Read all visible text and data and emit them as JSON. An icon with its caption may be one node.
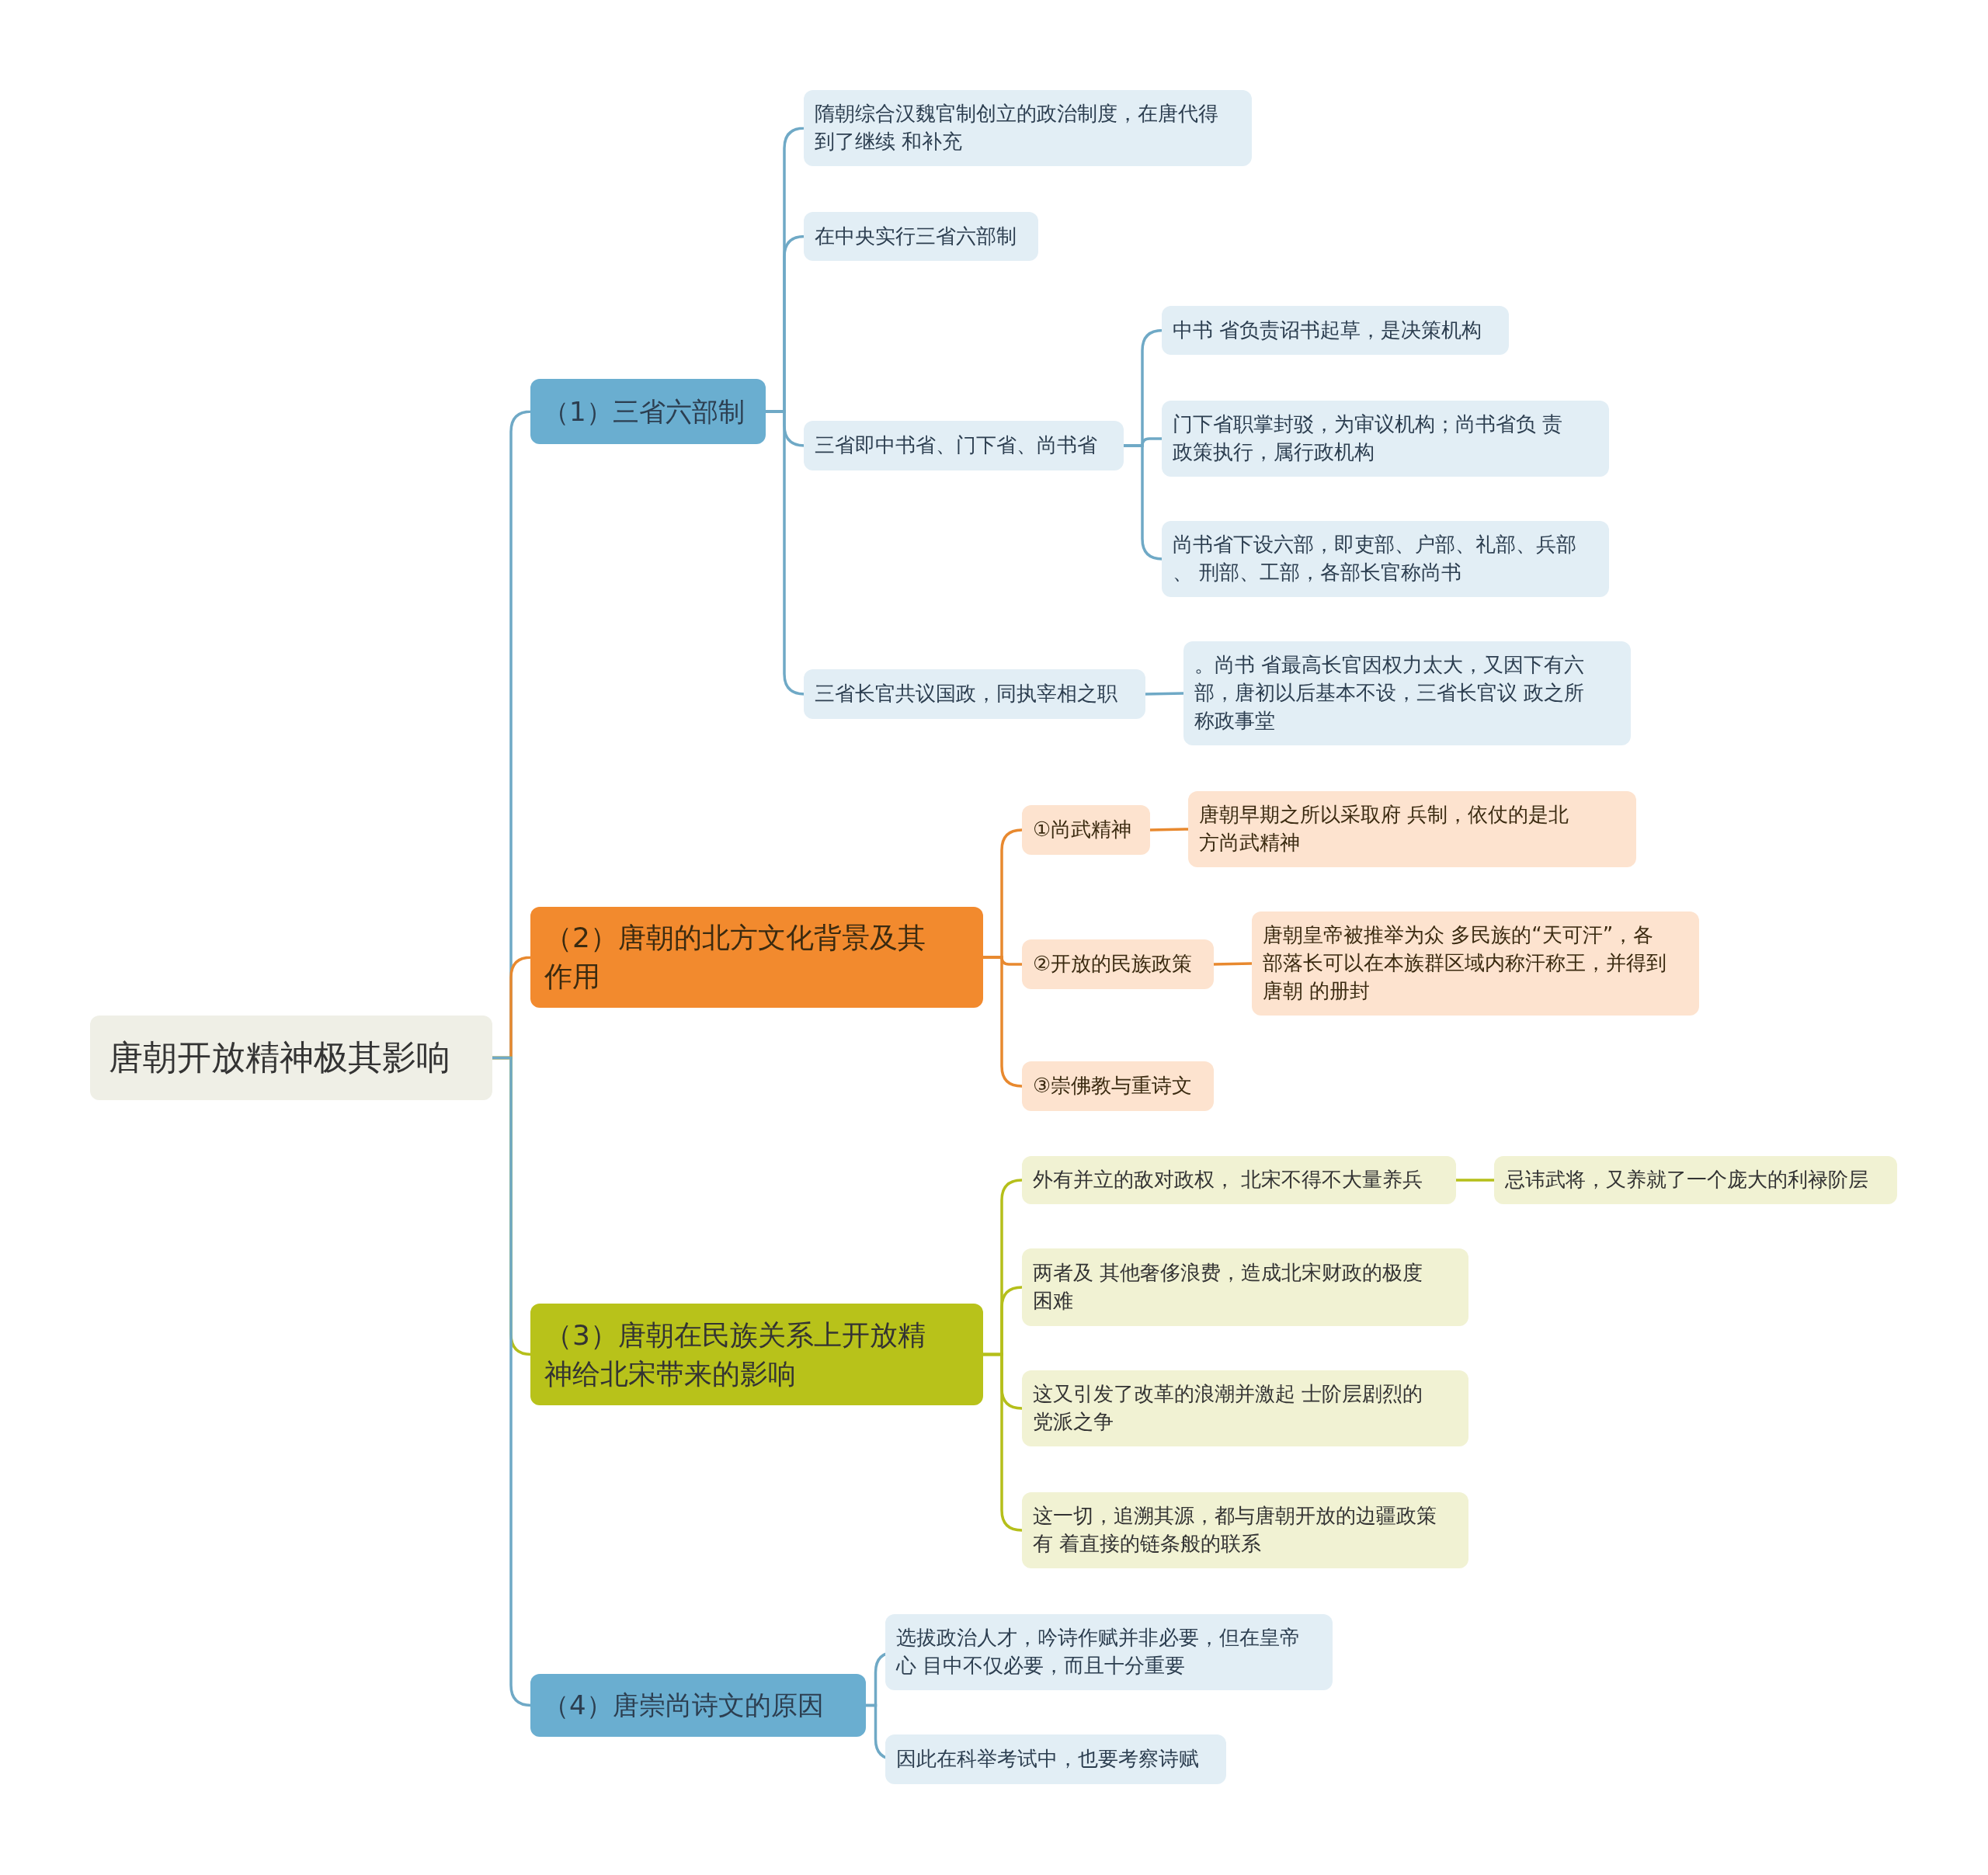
{
  "diagram": {
    "nodes": [
      {
        "text": [
          "唐朝开放精神极其影响"
        ]
      },
      {
        "text": [
          "（1）三省六部制"
        ]
      },
      {
        "text": [
          "隋朝综合汉魏官制创立的政治制度，在唐代得到了继续 和补充"
        ]
      },
      {
        "text": [
          "在中央实行三省六部制"
        ]
      },
      {
        "text": [
          "三省即中书省、门下省、尚书省"
        ]
      },
      {
        "text": [
          "中书 省负责诏书起草，是决策机构"
        ]
      },
      {
        "text": [
          "门下省职掌封驳，为审议机构；尚书省负 责政策执行，属行政机构"
        ]
      },
      {
        "text": [
          "尚书省下设六部，即吏部、户部、礼部、兵部、 刑部、工部，各部长官称尚书"
        ]
      },
      {
        "text": [
          "三省长官共议国政，同执宰相之职"
        ]
      },
      {
        "text": [
          "。尚书 省最高长官因权力太大，又因下有六部，唐初以后基本不设，三省长官议 政之所称政事堂"
        ]
      },
      {
        "text": [
          "（2）唐朝的北方文化背景及其作用"
        ]
      },
      {
        "text": [
          "①尚武精神"
        ]
      },
      {
        "text": [
          "唐朝早期之所以采取府 兵制，依仗的是北方尚武精神"
        ]
      },
      {
        "text": [
          "②开放的民族政策"
        ]
      },
      {
        "text": [
          "唐朝皇帝被推举为众 多民族的“天可汗”，各部落长可以在本族群区域内称汗称王，并得到唐朝 的册封"
        ]
      },
      {
        "text": [
          "③崇佛教与重诗文"
        ]
      },
      {
        "text": [
          "（3）唐朝在民族关系上开放精神给北宋带来的影响"
        ]
      },
      {
        "text": [
          "外有并立的敌对政权， 北宋不得不大量养兵"
        ]
      },
      {
        "text": [
          "忌讳武将，又养就了一个庞大的利禄阶层"
        ]
      },
      {
        "text": [
          "两者及 其他奢侈浪费，造成北宋财政的极度困难"
        ]
      },
      {
        "text": [
          "这又引发了改革的浪潮并激起 士阶层剧烈的党派之争"
        ]
      },
      {
        "text": [
          "这一切，追溯其源，都与唐朝开放的边疆政策有 着直接的链条般的联系"
        ]
      },
      {
        "text": [
          "（4）唐崇尚诗文的原因"
        ]
      },
      {
        "text": [
          "选拔政治人才，吟诗作赋并非必要，但在皇帝心 目中不仅必要，而且十分重要"
        ]
      },
      {
        "text": [
          "因此在科举考试中，也要考察诗赋"
        ]
      }
    ],
    "edges": [
      {
        "from": 0,
        "to": 1,
        "arrow": "none"
      },
      {
        "from": 1,
        "to": 2,
        "arrow": "none"
      },
      {
        "from": 1,
        "to": 3,
        "arrow": "none"
      },
      {
        "from": 1,
        "to": 4,
        "arrow": "none"
      },
      {
        "from": 4,
        "to": 5,
        "arrow": "none"
      },
      {
        "from": 4,
        "to": 6,
        "arrow": "none"
      },
      {
        "from": 4,
        "to": 7,
        "arrow": "none"
      },
      {
        "from": 1,
        "to": 8,
        "arrow": "none"
      },
      {
        "from": 8,
        "to": 9,
        "arrow": "none"
      },
      {
        "from": 0,
        "to": 10,
        "arrow": "none",
        "color": "#e8892f"
      },
      {
        "from": 10,
        "to": 11,
        "arrow": "none",
        "color": "#e8892f"
      },
      {
        "from": 11,
        "to": 12,
        "arrow": "none",
        "color": "#e8892f"
      },
      {
        "from": 10,
        "to": 13,
        "arrow": "none",
        "color": "#e8892f"
      },
      {
        "from": 13,
        "to": 14,
        "arrow": "none",
        "color": "#e8892f"
      },
      {
        "from": 10,
        "to": 15,
        "arrow": "none",
        "color": "#e8892f"
      },
      {
        "from": 0,
        "to": 16,
        "arrow": "none",
        "color": "#b5bf1a"
      },
      {
        "from": 16,
        "to": 17,
        "arrow": "none",
        "color": "#b5bf1a"
      },
      {
        "from": 17,
        "to": 18,
        "arrow": "none",
        "color": "#b5bf1a"
      },
      {
        "from": 16,
        "to": 19,
        "arrow": "none",
        "color": "#b5bf1a"
      },
      {
        "from": 16,
        "to": 20,
        "arrow": "none",
        "color": "#b5bf1a"
      },
      {
        "from": 16,
        "to": 21,
        "arrow": "none",
        "color": "#b5bf1a"
      },
      {
        "from": 0,
        "to": 22,
        "arrow": "none"
      },
      {
        "from": 22,
        "to": 23,
        "arrow": "none"
      },
      {
        "from": 22,
        "to": 24,
        "arrow": "none"
      }
    ]
  }
}
